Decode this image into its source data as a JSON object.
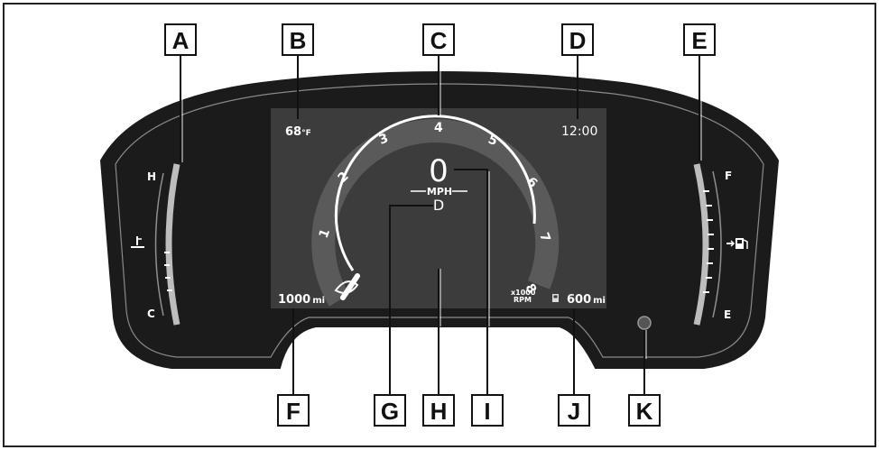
{
  "callouts": {
    "A": "A",
    "B": "B",
    "C": "C",
    "D": "D",
    "E": "E",
    "F": "F",
    "G": "G",
    "H": "H",
    "I": "I",
    "J": "J",
    "K": "K"
  },
  "display": {
    "outside_temp_value": "68",
    "outside_temp_unit": "°F",
    "clock": "12:00",
    "odometer_value": "1000",
    "odometer_unit": "mi",
    "range_value": "600",
    "range_unit": "mi",
    "speed_value": "0",
    "speed_unit": "MPH",
    "shift_position": "D",
    "rpm_unit_line1": "x1000",
    "rpm_unit_line2": "RPM"
  },
  "tachometer": {
    "ticks": [
      "1",
      "2",
      "3",
      "4",
      "5",
      "6",
      "7",
      "8"
    ]
  },
  "temp_gauge": {
    "hot_label": "H",
    "cold_label": "C",
    "icon": "coolant-temperature-icon"
  },
  "fuel_gauge": {
    "full_label": "F",
    "empty_label": "E",
    "icon": "fuel-pump-icon"
  },
  "colors": {
    "bezel": "#1b1b1b",
    "screen": "#3c3c3c",
    "ring": "#5a5a5a",
    "accent": "#ffffff"
  }
}
